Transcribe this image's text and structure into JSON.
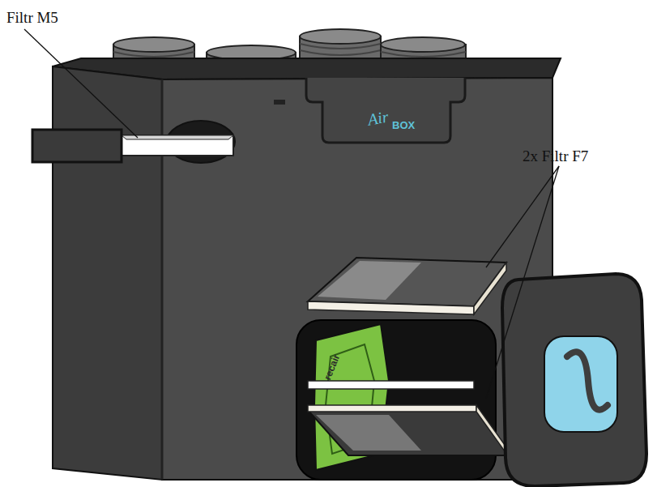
{
  "diagram": {
    "labels": [
      "Filtr M5",
      "2x Filtr F7",
      "Air",
      "BOX",
      "recair"
    ]
  }
}
